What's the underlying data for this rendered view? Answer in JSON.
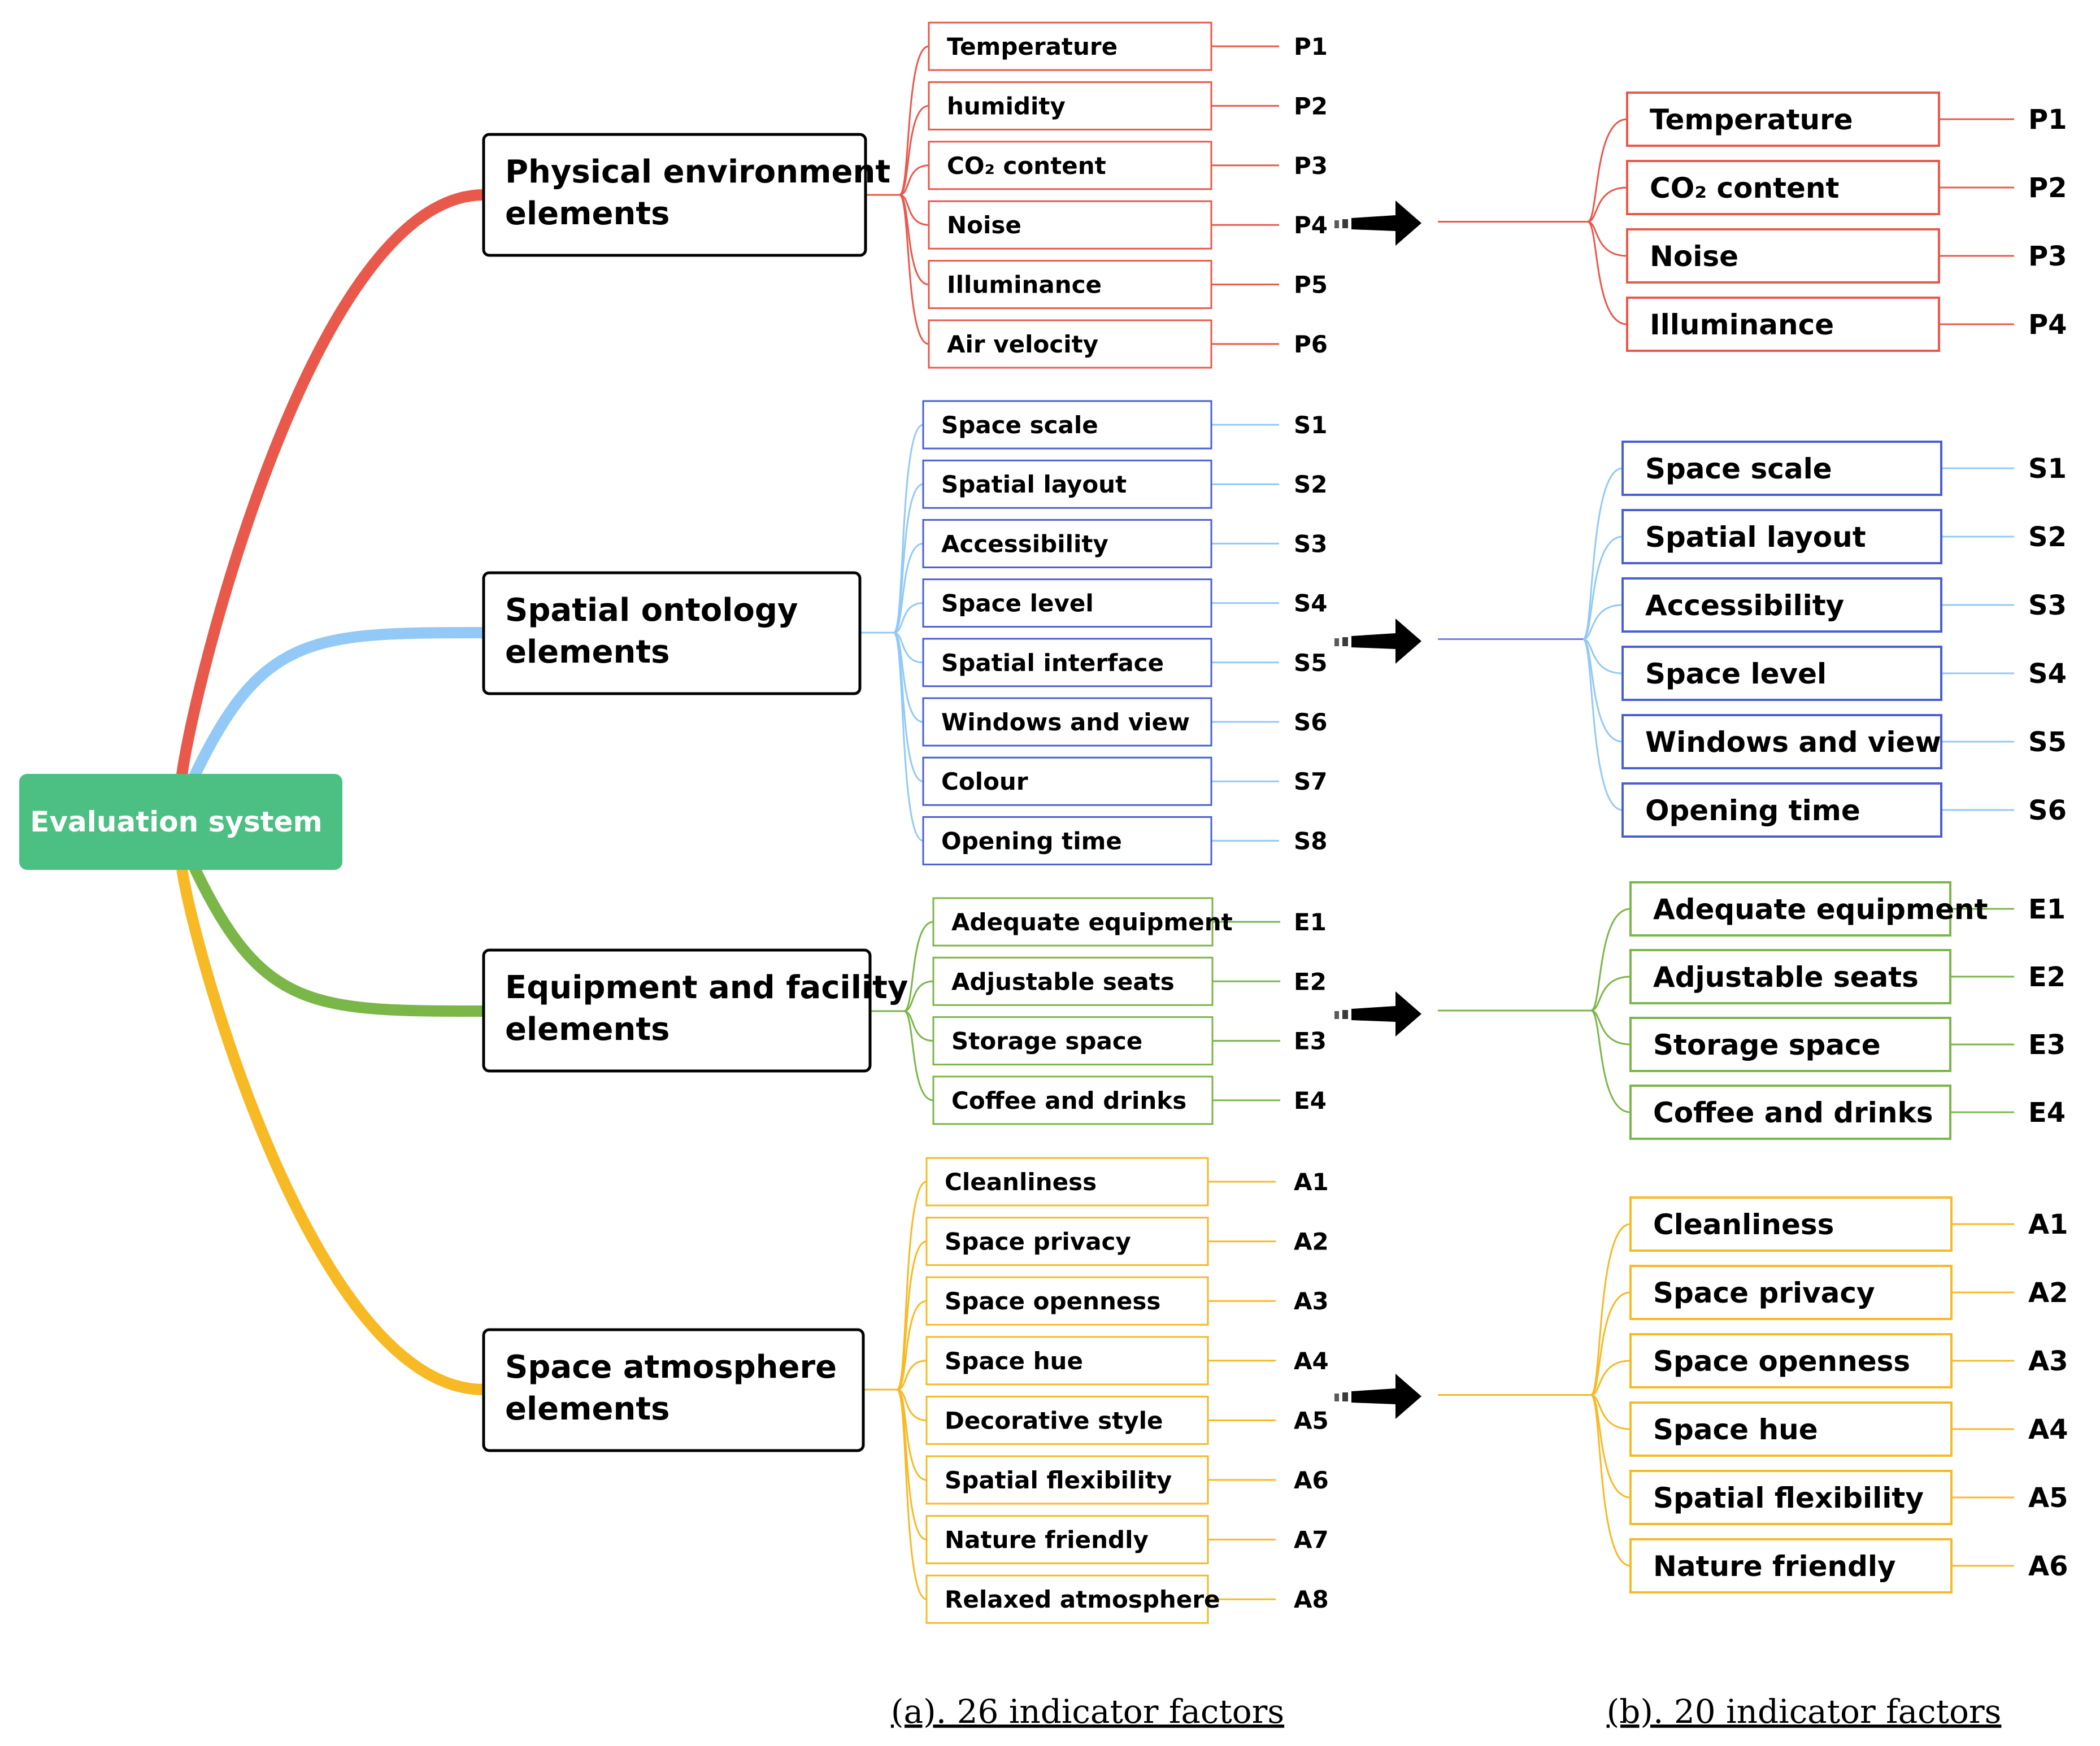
{
  "root": {
    "label": "Evaluation system"
  },
  "groups": [
    {
      "id": "physical",
      "label_lines": [
        "Physical environment",
        "elements"
      ],
      "color": "#e8584b",
      "items_a": [
        {
          "label": "Temperature",
          "code": "P1"
        },
        {
          "label": "humidity",
          "code": "P2"
        },
        {
          "label": "CO₂  content",
          "code": "P3"
        },
        {
          "label": "Noise",
          "code": "P4"
        },
        {
          "label": "Illuminance",
          "code": "P5"
        },
        {
          "label": "Air velocity",
          "code": "P6"
        }
      ],
      "items_b": [
        {
          "label": "Temperature",
          "code": "P1"
        },
        {
          "label": "CO₂  content",
          "code": "P2"
        },
        {
          "label": "Noise",
          "code": "P3"
        },
        {
          "label": "Illuminance",
          "code": "P4"
        }
      ]
    },
    {
      "id": "spatial",
      "label_lines": [
        "Spatial ontology",
        "elements"
      ],
      "color": "#92c9f7",
      "box_color": "#4a5fd0",
      "items_a": [
        {
          "label": "Space scale",
          "code": "S1"
        },
        {
          "label": "Spatial layout",
          "code": "S2"
        },
        {
          "label": "Accessibility",
          "code": "S3"
        },
        {
          "label": "Space level",
          "code": "S4"
        },
        {
          "label": "Spatial interface",
          "code": "S5"
        },
        {
          "label": "Windows and view",
          "code": "S6"
        },
        {
          "label": "Colour",
          "code": "S7"
        },
        {
          "label": "Opening time",
          "code": "S8"
        }
      ],
      "items_b": [
        {
          "label": "Space scale",
          "code": "S1"
        },
        {
          "label": "Spatial layout",
          "code": "S2"
        },
        {
          "label": "Accessibility",
          "code": "S3"
        },
        {
          "label": "Space level",
          "code": "S4"
        },
        {
          "label": "Windows and view",
          "code": "S5"
        },
        {
          "label": "Opening time",
          "code": "S6"
        }
      ]
    },
    {
      "id": "equipment",
      "label_lines": [
        "Equipment and facility",
        "elements"
      ],
      "color": "#7ab648",
      "items_a": [
        {
          "label": "Adequate equipment",
          "code": "E1"
        },
        {
          "label": "Adjustable seats",
          "code": "E2"
        },
        {
          "label": "Storage space",
          "code": "E3"
        },
        {
          "label": "Coffee and drinks",
          "code": "E4"
        }
      ],
      "items_b": [
        {
          "label": "Adequate equipment",
          "code": "E1"
        },
        {
          "label": "Adjustable seats",
          "code": "E2"
        },
        {
          "label": "Storage space",
          "code": "E3"
        },
        {
          "label": "Coffee and drinks",
          "code": "E4"
        }
      ]
    },
    {
      "id": "atmosphere",
      "label_lines": [
        "Space atmosphere",
        "elements"
      ],
      "color": "#f7b924",
      "items_a": [
        {
          "label": "Cleanliness",
          "code": "A1"
        },
        {
          "label": "Space privacy",
          "code": "A2"
        },
        {
          "label": "Space openness",
          "code": "A3"
        },
        {
          "label": "Space hue",
          "code": "A4"
        },
        {
          "label": "Decorative style",
          "code": "A5"
        },
        {
          "label": "Spatial flexibility",
          "code": "A6"
        },
        {
          "label": "Nature friendly",
          "code": "A7"
        },
        {
          "label": "Relaxed atmosphere",
          "code": "A8"
        }
      ],
      "items_b": [
        {
          "label": "Cleanliness",
          "code": "A1"
        },
        {
          "label": "Space privacy",
          "code": "A2"
        },
        {
          "label": "Space openness",
          "code": "A3"
        },
        {
          "label": "Space hue",
          "code": "A4"
        },
        {
          "label": "Spatial flexibility",
          "code": "A5"
        },
        {
          "label": "Nature friendly",
          "code": "A6"
        }
      ]
    }
  ],
  "captions": {
    "a": "(a). 26 indicator factors",
    "b": "(b). 20 indicator factors"
  },
  "colors": {
    "root_fill": "#4cbf83",
    "arrow": "#000000"
  }
}
